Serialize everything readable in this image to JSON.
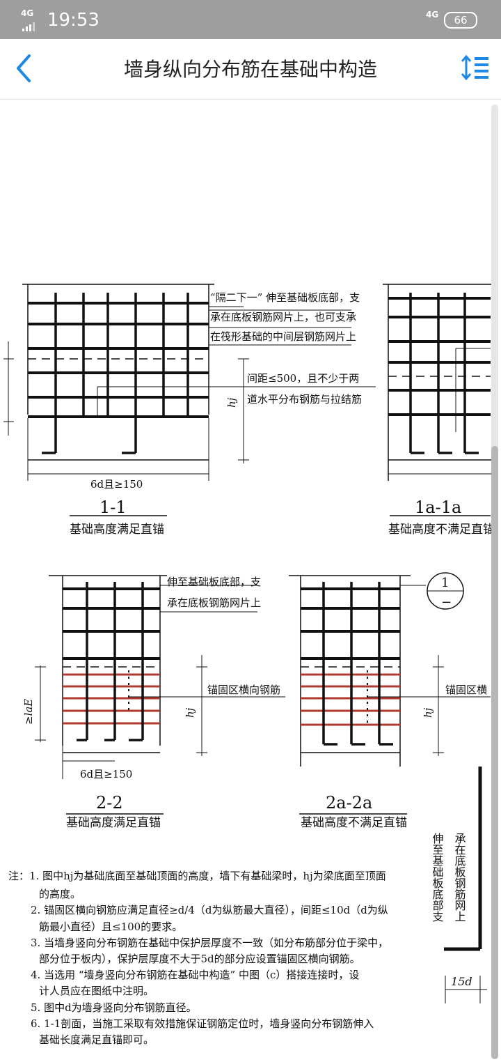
{
  "status_bar": {
    "network_left": "4G",
    "time": "19:53",
    "network_right": "4G",
    "battery": "66"
  },
  "header": {
    "title": "墙身纵向分布筋在基础中构造"
  },
  "colors": {
    "statusbar": "#9e9e9e",
    "accent": "#1e88e5",
    "rebar_red": "#b03a2e"
  },
  "figures": {
    "f1": {
      "code": "1-1",
      "caption": "基础高度满足直锚",
      "note1": "“隔二下一” 伸至基础板底部，支",
      "note2": "承在底板钢筋网片上，也可支承",
      "note3": "在筏形基础的中间层钢筋网片上",
      "spacing1": "间距≤500，且不少于两",
      "spacing2": "道水平分布钢筋与拉结筋",
      "hj": "hj",
      "dim": "6d且≥150"
    },
    "f1a": {
      "code": "1a-1a",
      "caption": "基础高度不满足直锚"
    },
    "f2": {
      "code": "2-2",
      "caption": "基础高度满足直锚",
      "note1": "伸至基础板底部，支",
      "note2": "承在底板钢筋网片上",
      "anchor": "锚固区横向钢筋",
      "lae": "≥laE",
      "hj": "hj",
      "dim": "6d且≥150"
    },
    "f2a": {
      "code": "2a-2a",
      "caption": "基础高度不满足直锚",
      "anchor": "锚固区横",
      "circle_top": "1",
      "circle_bottom": "−",
      "hj": "hj"
    },
    "side": {
      "line1": "伸至基础板底部支",
      "line2": "承在底板钢筋网上",
      "dim": "15d"
    }
  },
  "notes": [
    "注：1. 图中hj为基础底面至基础顶面的高度，墙下有基础梁时，hj为梁底面至顶面",
    "的高度。",
    "2. 锚固区横向钢筋应满足直径≥d/4（d为纵筋最大直径），间距≤10d（d为纵",
    "筋最小直径）且≤100的要求。",
    "3. 当墙身竖向分布钢筋在基础中保护层厚度不一致（如分布筋部分位于梁中，",
    "部分位于板内），保护层厚度不大于5d的部分应设置锚固区横向钢筋。",
    "4. 当选用 “墙身竖向分布钢筋在基础中构造” 中图（c）搭接连接时，设",
    "计人员应在图纸中注明。",
    "5. 图中d为墙身竖向分布钢筋直径。",
    "6. 1-1剖面，当施工采取有效措施保证钢筋定位时，墙身竖向分布钢筋伸入",
    "基础长度满足直锚即可。"
  ]
}
